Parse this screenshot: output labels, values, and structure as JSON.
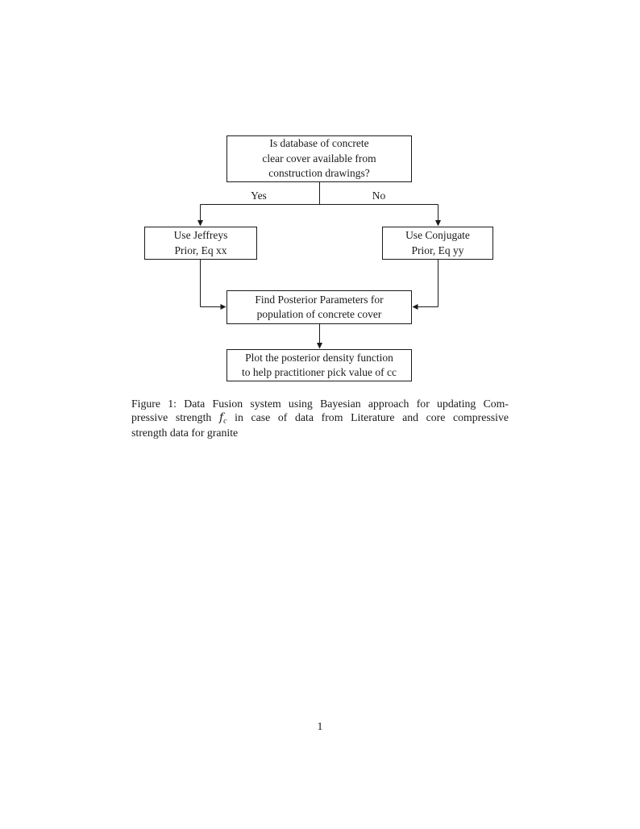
{
  "colors": {
    "ink": "#1a1a1a",
    "background": "#ffffff"
  },
  "flowchart": {
    "question": {
      "lines": [
        "Is database of concrete",
        "clear cover available from",
        "construction drawings?"
      ]
    },
    "edge_yes": "Yes",
    "edge_no": "No",
    "jeffreys": {
      "lines": [
        "Use Jeffreys",
        "Prior, Eq xx"
      ]
    },
    "conjugate": {
      "lines": [
        "Use Conjugate",
        "Prior, Eq yy"
      ]
    },
    "posterior": {
      "lines": [
        "Find Posterior Parameters for",
        "population of concrete cover"
      ]
    },
    "plot": {
      "lines": [
        "Plot the posterior density function",
        "to help practitioner pick value of cc"
      ]
    }
  },
  "caption": {
    "line1": "Figure 1: Data Fusion system using Bayesian approach for updating Com-",
    "line2_pre": "pressive strength ",
    "math_var": "f",
    "math_sub": "c",
    "line2_post": " in case of data from Literature and core compressive",
    "line3": "strength data for granite"
  },
  "page": {
    "number": "1"
  }
}
